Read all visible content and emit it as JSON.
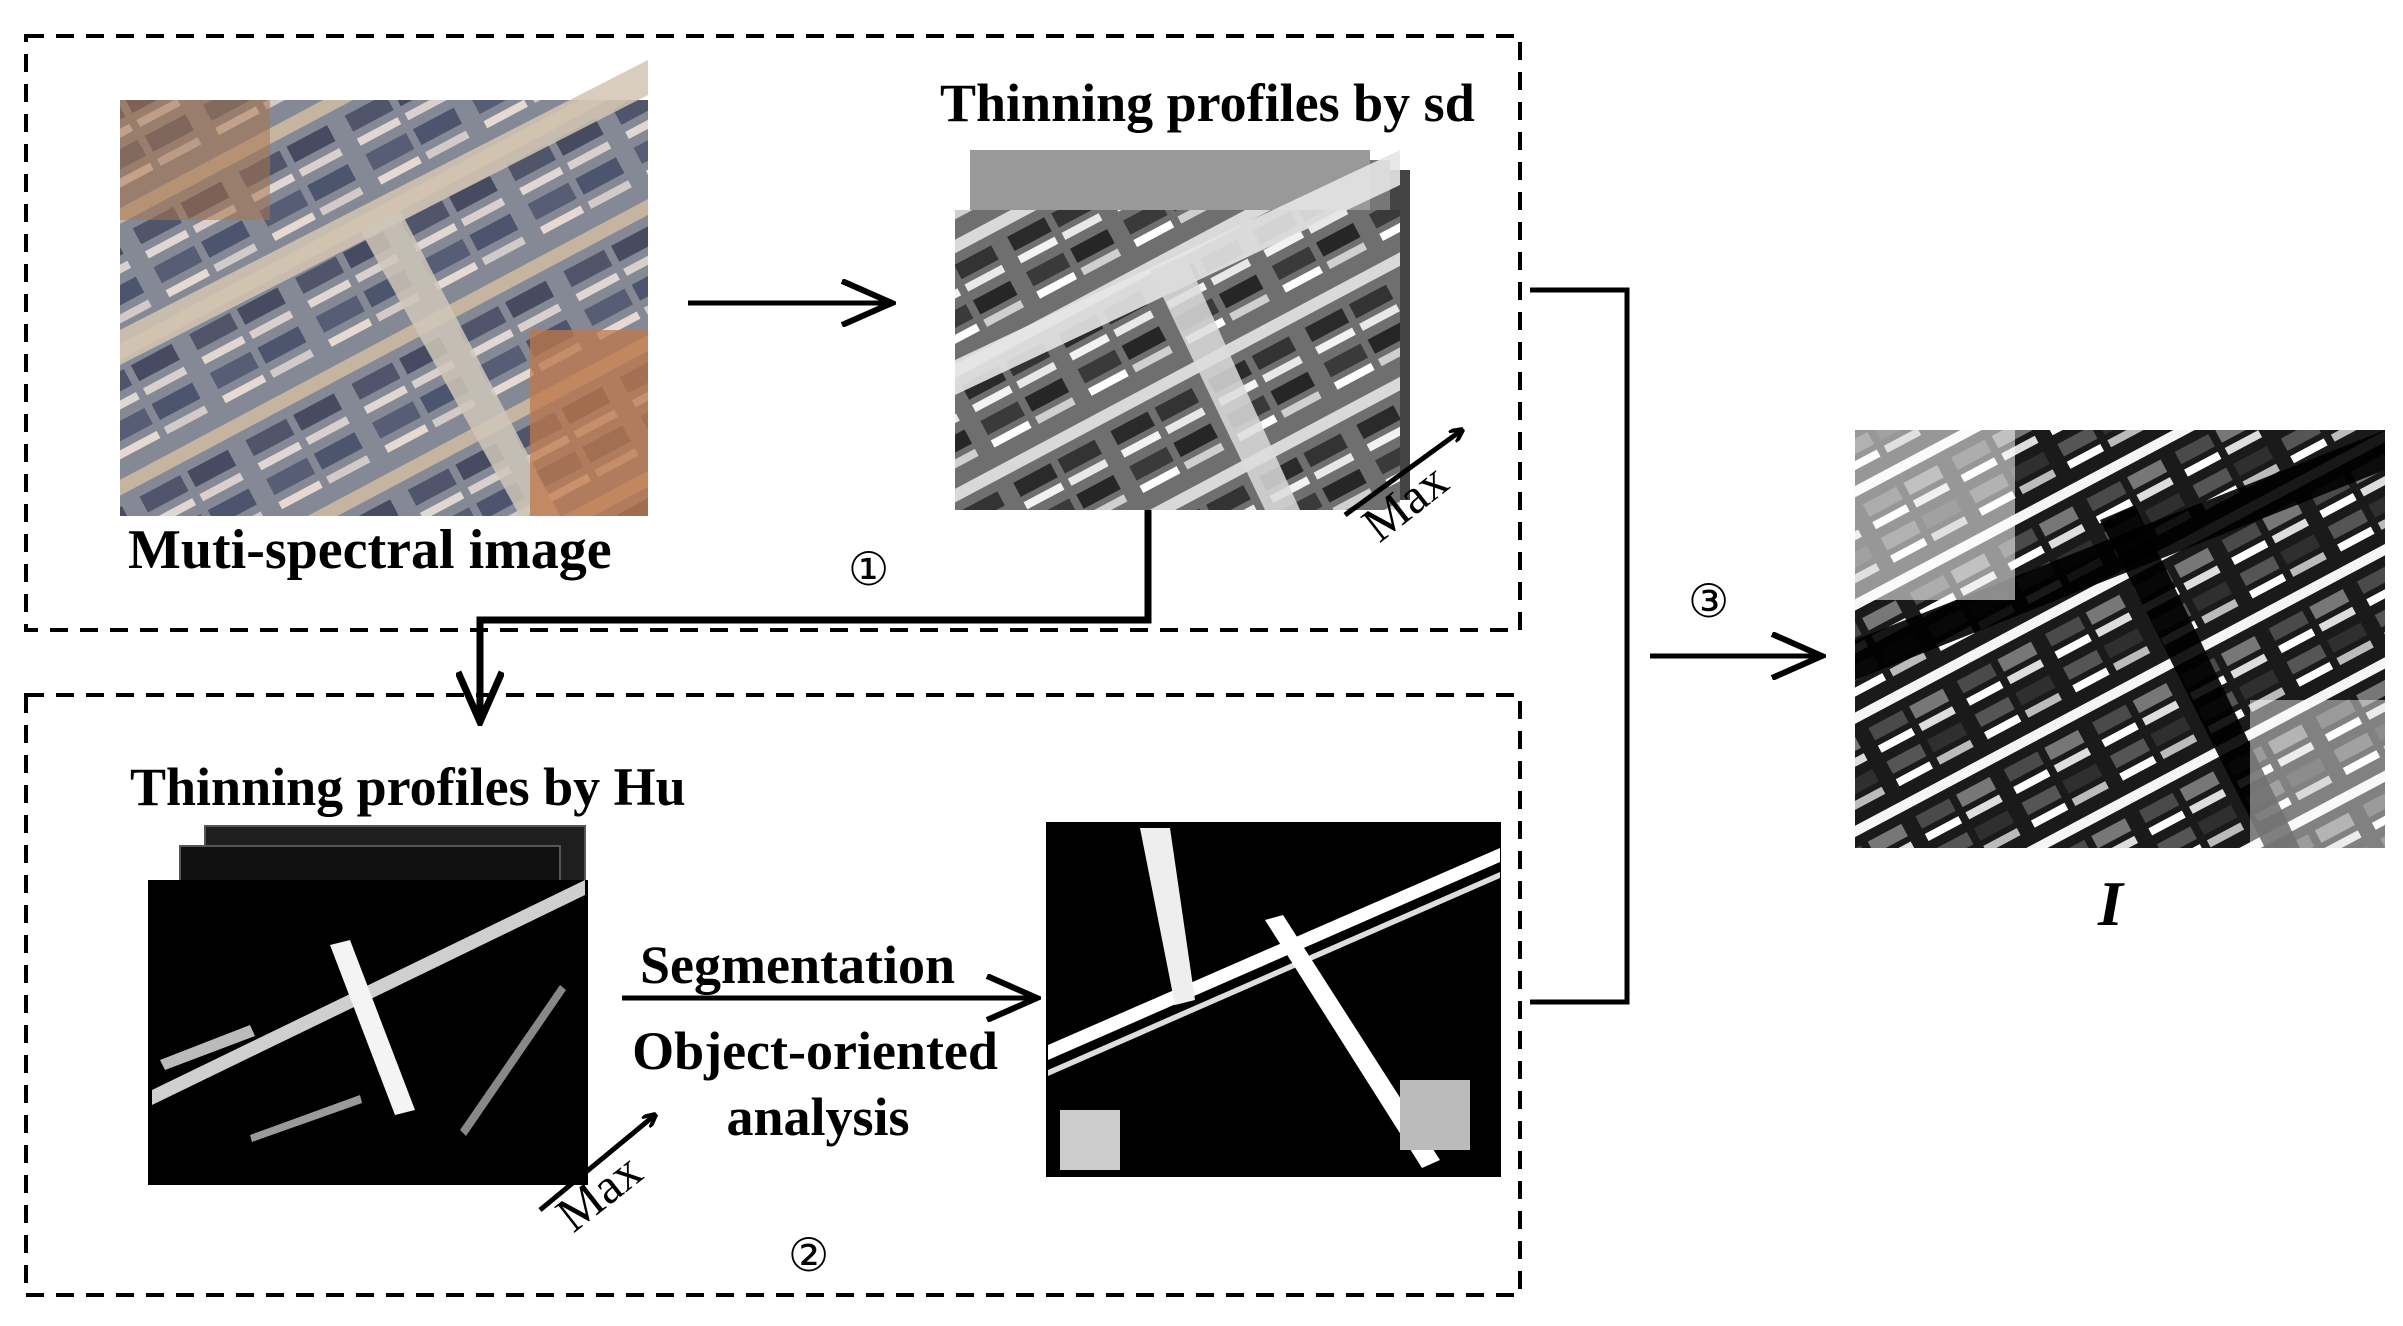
{
  "labels": {
    "multispectral": "Muti-spectral image",
    "profiles_sd": "Thinning profiles by sd",
    "profiles_hu": "Thinning profiles by Hu",
    "segmentation": "Segmentation",
    "object_oriented_1": "Object-oriented",
    "object_oriented_2": "analysis",
    "max_top": "Max",
    "max_bottom": "Max",
    "result": "I"
  },
  "steps": {
    "step1": "①",
    "step2": "②",
    "step3": "③"
  },
  "colors": {
    "line": "#000000",
    "background": "#ffffff"
  }
}
